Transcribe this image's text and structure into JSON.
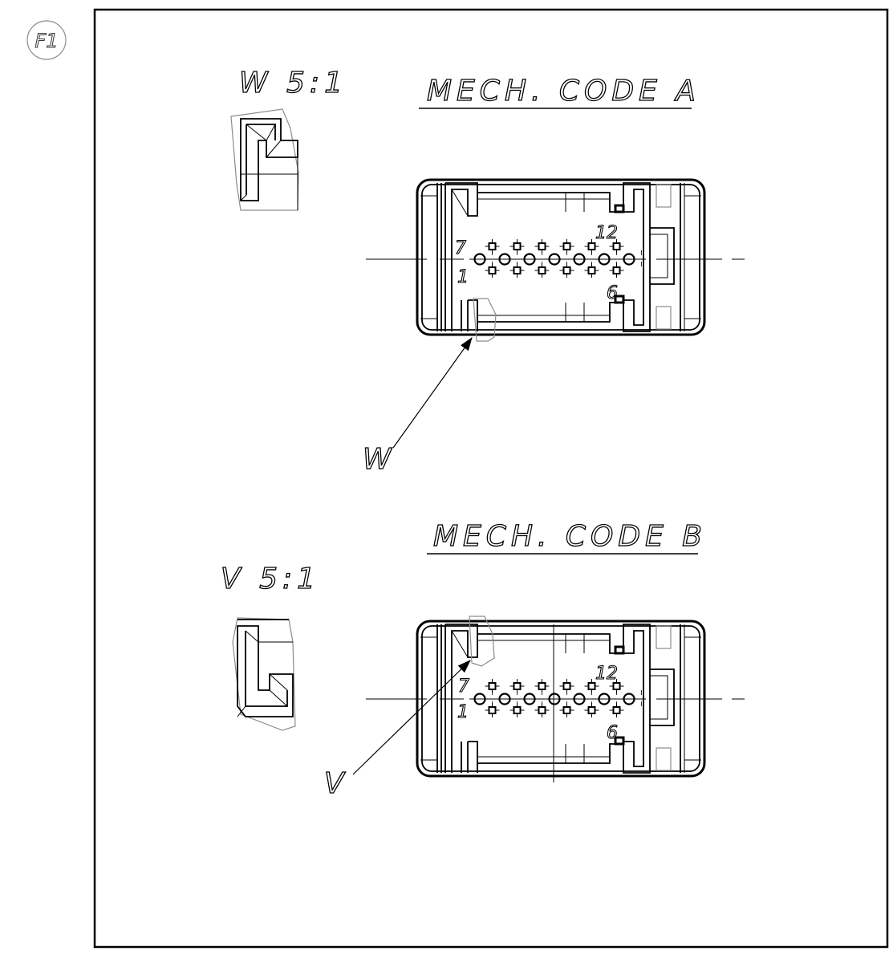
{
  "sheet": {
    "id_label": "F1"
  },
  "views": [
    {
      "id": "a",
      "title": "MECH. CODE A",
      "detail_label": "W 5:1",
      "callout_letter": "W",
      "pin_label_top_left": "7",
      "pin_label_top_right": "12",
      "pin_label_bottom_left": "1",
      "pin_label_bottom_right": "6"
    },
    {
      "id": "b",
      "title": "MECH. CODE B",
      "detail_label": "V 5:1",
      "callout_letter": "V",
      "pin_label_top_left": "7",
      "pin_label_top_right": "12",
      "pin_label_bottom_left": "1",
      "pin_label_bottom_right": "6"
    }
  ],
  "colors": {
    "line": "#000000",
    "construction": "#8c8c8c",
    "background": "#ffffff"
  }
}
